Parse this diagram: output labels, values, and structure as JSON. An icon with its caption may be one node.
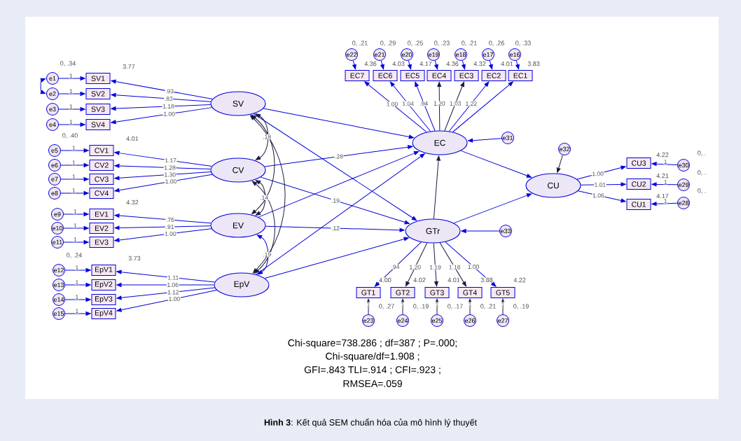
{
  "diagram": {
    "caption": "**Hình 3**: Kết quả SEM chuẩn hóa của mô hình lý thuyết",
    "nodes": [
      {
        "text": [
          "SV"
        ]
      },
      {
        "text": [
          "CV"
        ]
      },
      {
        "text": [
          "EV"
        ]
      },
      {
        "text": [
          "EpV"
        ]
      },
      {
        "text": [
          "EC"
        ]
      },
      {
        "text": [
          "GTr"
        ]
      },
      {
        "text": [
          "CU"
        ]
      },
      {
        "text": [
          "SV1"
        ],
        "beside": [
          "3.77"
        ]
      },
      {
        "text": [
          "SV2"
        ]
      },
      {
        "text": [
          "SV3"
        ]
      },
      {
        "text": [
          "SV4"
        ]
      },
      {
        "text": [
          "CV1"
        ],
        "beside": [
          "4.01"
        ]
      },
      {
        "text": [
          "CV2"
        ]
      },
      {
        "text": [
          "CV3"
        ]
      },
      {
        "text": [
          "CV4"
        ]
      },
      {
        "text": [
          "EV1"
        ],
        "beside": [
          "4.32"
        ]
      },
      {
        "text": [
          "EV2"
        ]
      },
      {
        "text": [
          "EV3"
        ]
      },
      {
        "text": [
          "EpV1"
        ],
        "beside": [
          "3.73"
        ]
      },
      {
        "text": [
          "EpV2"
        ]
      },
      {
        "text": [
          "EpV3"
        ]
      },
      {
        "text": [
          "EpV4"
        ]
      },
      {
        "text": [
          "EC7"
        ],
        "beside": [
          "4.36"
        ]
      },
      {
        "text": [
          "EC6"
        ],
        "beside": [
          "4.03"
        ]
      },
      {
        "text": [
          "EC5"
        ],
        "beside": [
          "4.17"
        ]
      },
      {
        "text": [
          "EC4"
        ],
        "beside": [
          "4.36"
        ]
      },
      {
        "text": [
          "EC3"
        ],
        "beside": [
          "4.32"
        ]
      },
      {
        "text": [
          "EC2"
        ],
        "beside": [
          "4.01"
        ]
      },
      {
        "text": [
          "EC1"
        ],
        "beside": [
          "3.83"
        ]
      },
      {
        "text": [
          "GT1"
        ],
        "beside": [
          "4.00"
        ]
      },
      {
        "text": [
          "GT2"
        ],
        "beside": [
          "4.02"
        ]
      },
      {
        "text": [
          "GT3"
        ],
        "beside": [
          "4.01"
        ]
      },
      {
        "text": [
          "GT4"
        ],
        "beside": [
          "3.88"
        ]
      },
      {
        "text": [
          "GT5"
        ],
        "beside": [
          "4.22"
        ]
      },
      {
        "text": [
          "CU3"
        ],
        "beside": [
          "4.22"
        ]
      },
      {
        "text": [
          "CU2"
        ],
        "beside": [
          "4.21"
        ]
      },
      {
        "text": [
          "CU1"
        ],
        "beside": [
          "4.17"
        ]
      },
      {
        "text": [
          "e1"
        ],
        "beside": [
          "0, .34"
        ]
      },
      {
        "text": [
          "e2"
        ]
      },
      {
        "text": [
          "e3"
        ]
      },
      {
        "text": [
          "e4"
        ]
      },
      {
        "text": [
          "e5"
        ],
        "beside": [
          "0, .40"
        ]
      },
      {
        "text": [
          "e6"
        ]
      },
      {
        "text": [
          "e7"
        ]
      },
      {
        "text": [
          "e8"
        ]
      },
      {
        "text": [
          "e9"
        ]
      },
      {
        "text": [
          "e10"
        ]
      },
      {
        "text": [
          "e11"
        ]
      },
      {
        "text": [
          "e12"
        ],
        "beside": [
          "0, .24"
        ]
      },
      {
        "text": [
          "e13"
        ]
      },
      {
        "text": [
          "e14"
        ]
      },
      {
        "text": [
          "e15"
        ]
      },
      {
        "text": [
          "e22"
        ],
        "beside": [
          "0, .21"
        ]
      },
      {
        "text": [
          "e21"
        ],
        "beside": [
          "0, .29"
        ]
      },
      {
        "text": [
          "e20"
        ],
        "beside": [
          "0, .25"
        ]
      },
      {
        "text": [
          "e19"
        ],
        "beside": [
          "0, .23"
        ]
      },
      {
        "text": [
          "e18"
        ],
        "beside": [
          "0, .21"
        ]
      },
      {
        "text": [
          "e17"
        ],
        "beside": [
          "0, .26"
        ]
      },
      {
        "text": [
          "e16"
        ],
        "beside": [
          "0, .33"
        ]
      },
      {
        "text": [
          "e23"
        ],
        "beside": [
          "0, .27"
        ]
      },
      {
        "text": [
          "e24"
        ],
        "beside": [
          "0, .19"
        ]
      },
      {
        "text": [
          "e25"
        ],
        "beside": [
          "0, .17"
        ]
      },
      {
        "text": [
          "e26"
        ],
        "beside": [
          "0, .21"
        ]
      },
      {
        "text": [
          "e27"
        ],
        "beside": [
          "0, .19"
        ]
      },
      {
        "text": [
          "e30"
        ],
        "beside": [
          "0, ."
        ]
      },
      {
        "text": [
          "e29"
        ],
        "beside": [
          "0, ."
        ]
      },
      {
        "text": [
          "e28"
        ],
        "beside": [
          "0, ."
        ]
      },
      {
        "text": [
          "e31"
        ]
      },
      {
        "text": [
          "e32"
        ]
      },
      {
        "text": [
          "e33"
        ]
      }
    ],
    "edges": [
      {
        "from": 0,
        "to": 7,
        "arrow": "to",
        "label": ".93"
      },
      {
        "from": 0,
        "to": 8,
        "arrow": "to",
        "label": ".83"
      },
      {
        "from": 0,
        "to": 9,
        "arrow": "to",
        "label": "1.18"
      },
      {
        "from": 0,
        "to": 10,
        "arrow": "to",
        "label": "1.00"
      },
      {
        "from": 1,
        "to": 11,
        "arrow": "to",
        "label": "1.17"
      },
      {
        "from": 1,
        "to": 12,
        "arrow": "to",
        "label": "1.28"
      },
      {
        "from": 1,
        "to": 13,
        "arrow": "to",
        "label": "1.30"
      },
      {
        "from": 1,
        "to": 14,
        "arrow": "to",
        "label": "1.00"
      },
      {
        "from": 2,
        "to": 15,
        "arrow": "to",
        "label": ".76"
      },
      {
        "from": 2,
        "to": 16,
        "arrow": "to",
        "label": ".91"
      },
      {
        "from": 2,
        "to": 17,
        "arrow": "to",
        "label": "1.00"
      },
      {
        "from": 3,
        "to": 18,
        "arrow": "to",
        "label": "1.11"
      },
      {
        "from": 3,
        "to": 19,
        "arrow": "to",
        "label": "1.06"
      },
      {
        "from": 3,
        "to": 20,
        "arrow": "to",
        "label": "1.12"
      },
      {
        "from": 3,
        "to": 21,
        "arrow": "to",
        "label": "1.00"
      },
      {
        "from": 4,
        "to": 22,
        "arrow": "to",
        "label": "1.00"
      },
      {
        "from": 4,
        "to": 23,
        "arrow": "to",
        "label": "1.04"
      },
      {
        "from": 4,
        "to": 24,
        "arrow": "to",
        "label": ".94"
      },
      {
        "from": 4,
        "to": 25,
        "arrow": "to",
        "label": "1.20",
        "color": "#1a1a40"
      },
      {
        "from": 4,
        "to": 26,
        "arrow": "to",
        "label": "1.03",
        "color": "#1a1a40"
      },
      {
        "from": 4,
        "to": 27,
        "arrow": "to",
        "label": "1.22"
      },
      {
        "from": 4,
        "to": 28,
        "arrow": "to"
      },
      {
        "from": 5,
        "to": 29,
        "arrow": "to",
        "label": ".94"
      },
      {
        "from": 5,
        "to": 30,
        "arrow": "to",
        "label": "1.20",
        "color": "#1a1a40"
      },
      {
        "from": 5,
        "to": 31,
        "arrow": "to",
        "label": "1.19",
        "color": "#1a1a40"
      },
      {
        "from": 5,
        "to": 32,
        "arrow": "to",
        "label": "1.18",
        "color": "#1a1a40"
      },
      {
        "from": 5,
        "to": 33,
        "arrow": "to",
        "label": "1.00"
      },
      {
        "from": 6,
        "to": 34,
        "arrow": "to",
        "label": "1.00"
      },
      {
        "from": 6,
        "to": 35,
        "arrow": "to",
        "label": "1.01"
      },
      {
        "from": 6,
        "to": 36,
        "arrow": "to",
        "label": "1.06"
      },
      {
        "from": 37,
        "to": 7,
        "arrow": "to",
        "label": "1"
      },
      {
        "from": 38,
        "to": 8,
        "arrow": "to",
        "label": "1"
      },
      {
        "from": 39,
        "to": 9,
        "arrow": "to",
        "label": "1"
      },
      {
        "from": 40,
        "to": 10,
        "arrow": "to",
        "label": "1"
      },
      {
        "from": 41,
        "to": 11,
        "arrow": "to",
        "label": "1"
      },
      {
        "from": 42,
        "to": 12,
        "arrow": "to",
        "label": "1"
      },
      {
        "from": 43,
        "to": 13,
        "arrow": "to",
        "label": "1"
      },
      {
        "from": 44,
        "to": 14,
        "arrow": "to",
        "label": "1"
      },
      {
        "from": 45,
        "to": 15,
        "arrow": "to",
        "label": "1"
      },
      {
        "from": 46,
        "to": 16,
        "arrow": "to",
        "label": "1"
      },
      {
        "from": 47,
        "to": 17,
        "arrow": "to",
        "label": "1"
      },
      {
        "from": 48,
        "to": 18,
        "arrow": "to",
        "label": "1"
      },
      {
        "from": 49,
        "to": 19,
        "arrow": "to",
        "label": "1"
      },
      {
        "from": 50,
        "to": 20,
        "arrow": "to",
        "label": "1"
      },
      {
        "from": 51,
        "to": 21,
        "arrow": "to",
        "label": "1"
      },
      {
        "from": 52,
        "to": 22,
        "arrow": "to"
      },
      {
        "from": 53,
        "to": 23,
        "arrow": "to"
      },
      {
        "from": 54,
        "to": 24,
        "arrow": "to"
      },
      {
        "from": 55,
        "to": 25,
        "arrow": "to"
      },
      {
        "from": 56,
        "to": 26,
        "arrow": "to"
      },
      {
        "from": 57,
        "to": 27,
        "arrow": "to"
      },
      {
        "from": 58,
        "to": 28,
        "arrow": "to"
      },
      {
        "from": 59,
        "to": 29,
        "arrow": "to",
        "label": "1",
        "color": "#1a1a40"
      },
      {
        "from": 60,
        "to": 30,
        "arrow": "to",
        "label": "1",
        "color": "#1a1a40"
      },
      {
        "from": 61,
        "to": 31,
        "arrow": "to",
        "label": "1",
        "color": "#1a1a40"
      },
      {
        "from": 62,
        "to": 32,
        "arrow": "to",
        "label": "1",
        "color": "#1a1a40"
      },
      {
        "from": 63,
        "to": 33,
        "arrow": "to",
        "label": "1",
        "color": "#1a1a40"
      },
      {
        "from": 64,
        "to": 34,
        "arrow": "to",
        "label": "1"
      },
      {
        "from": 65,
        "to": 35,
        "arrow": "to",
        "label": "1"
      },
      {
        "from": 66,
        "to": 36,
        "arrow": "to",
        "label": "1"
      },
      {
        "from": 37,
        "to": 38,
        "arrow": "both"
      },
      {
        "from": 67,
        "to": 4,
        "arrow": "to"
      },
      {
        "from": 68,
        "to": 6,
        "arrow": "to",
        "color": "#1a1a40"
      },
      {
        "from": 69,
        "to": 5,
        "arrow": "to"
      },
      {
        "from": 0,
        "to": 4,
        "arrow": "to"
      },
      {
        "from": 1,
        "to": 4,
        "arrow": "to",
        "label": ".28"
      },
      {
        "from": 2,
        "to": 4,
        "arrow": "to"
      },
      {
        "from": 3,
        "to": 4,
        "arrow": "to"
      },
      {
        "from": 0,
        "to": 5,
        "arrow": "to"
      },
      {
        "from": 1,
        "to": 5,
        "arrow": "to",
        "label": ".19"
      },
      {
        "from": 2,
        "to": 5,
        "arrow": "to",
        "label": ".12"
      },
      {
        "from": 3,
        "to": 5,
        "arrow": "to"
      },
      {
        "from": 5,
        "to": 4,
        "arrow": "to",
        "color": "#1a1a40"
      },
      {
        "from": 4,
        "to": 6,
        "arrow": "to"
      },
      {
        "from": 5,
        "to": 6,
        "arrow": "to"
      },
      {
        "from": 0,
        "to": 1,
        "arrow": "both",
        "label": ".18",
        "color": "#1a1a40"
      },
      {
        "from": 0,
        "to": 2,
        "arrow": "both",
        "color": "#1a1a40"
      },
      {
        "from": 0,
        "to": 3,
        "arrow": "both",
        "color": "#1a1a40"
      },
      {
        "from": 1,
        "to": 2,
        "arrow": "both",
        "label": ".14",
        "color": "#1a1a40"
      },
      {
        "from": 1,
        "to": 3,
        "arrow": "both",
        "color": "#1a1a40"
      },
      {
        "from": 2,
        "to": 3,
        "arrow": "both",
        "label": ".19"
      }
    ],
    "labels": [
      "Chi-square=738.286 ; df=387 ; P=.000;",
      "Chi-square/df=1.908 ;",
      "GFI=.843 TLI=.914 ; CFI=.923 ;",
      "RMSEA=.059"
    ]
  }
}
